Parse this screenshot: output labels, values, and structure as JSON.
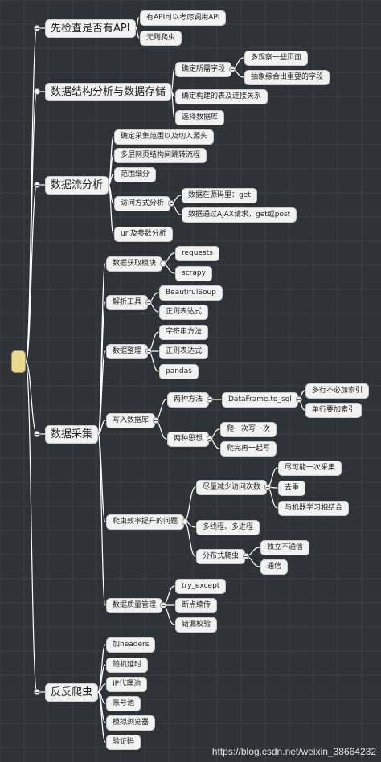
{
  "mindmap": {
    "root": "",
    "branches": [
      {
        "label": "先检查是否有API",
        "children": [
          {
            "label": "有API可以考虑调用API"
          },
          {
            "label": "无则爬虫"
          }
        ]
      },
      {
        "label": "数据结构分析与数据存储",
        "children": [
          {
            "label": "确定所需字段",
            "children": [
              {
                "label": "多观察一些页面"
              },
              {
                "label": "抽象综合出重要的字段"
              }
            ]
          },
          {
            "label": "确定构建的表及连接关系"
          },
          {
            "label": "选择数据库"
          }
        ]
      },
      {
        "label": "数据流分析",
        "children": [
          {
            "label": "确定采集范围以及切入源头"
          },
          {
            "label": "多层网页结构间跳转流程"
          },
          {
            "label": "范围细分"
          },
          {
            "label": "访问方式分析",
            "children": [
              {
                "label": "数据在源码里：get"
              },
              {
                "label": "数据通过AJAX请求，get或post"
              }
            ]
          },
          {
            "label": "url及参数分析"
          }
        ]
      },
      {
        "label": "数据采集",
        "children": [
          {
            "label": "数据获取模块",
            "children": [
              {
                "label": "requests"
              },
              {
                "label": "scrapy"
              }
            ]
          },
          {
            "label": "解析工具",
            "children": [
              {
                "label": "BeautifulSoup"
              },
              {
                "label": "正则表达式"
              }
            ]
          },
          {
            "label": "数据整理",
            "children": [
              {
                "label": "字符串方法"
              },
              {
                "label": "正则表达式"
              },
              {
                "label": "pandas"
              }
            ]
          },
          {
            "label": "写入数据库",
            "children": [
              {
                "label": "两种方法",
                "children": [
                  {
                    "label": "DataFrame.to_sql",
                    "children": [
                      {
                        "label": "多行不必加索引"
                      },
                      {
                        "label": "单行要加索引"
                      }
                    ]
                  }
                ]
              },
              {
                "label": "两种思想",
                "children": [
                  {
                    "label": "爬一次写一次"
                  },
                  {
                    "label": "爬完再一起写"
                  }
                ]
              }
            ]
          },
          {
            "label": "爬虫效率提升的问题",
            "children": [
              {
                "label": "尽量减少访问次数",
                "children": [
                  {
                    "label": "尽可能一次采集"
                  },
                  {
                    "label": "去重"
                  },
                  {
                    "label": "与机器学习相结合"
                  }
                ]
              },
              {
                "label": "多线程、多进程"
              },
              {
                "label": "分布式爬虫",
                "children": [
                  {
                    "label": "独立不通信"
                  },
                  {
                    "label": "通信"
                  }
                ]
              }
            ]
          },
          {
            "label": "数据质量管理",
            "children": [
              {
                "label": "try_except"
              },
              {
                "label": "断点续传"
              },
              {
                "label": "错漏校验"
              }
            ]
          }
        ]
      },
      {
        "label": "反反爬虫",
        "children": [
          {
            "label": "加headers"
          },
          {
            "label": "随机延时"
          },
          {
            "label": "IP代理池"
          },
          {
            "label": "账号池"
          },
          {
            "label": "模拟浏览器"
          },
          {
            "label": "验证码"
          }
        ]
      }
    ]
  },
  "watermark": "https://blog.csdn.net/weixin_38664232",
  "colors": {
    "background": "#2f3338",
    "grid": "#3a3f45",
    "node_fill": "#f2f2f2",
    "root_fill": "#ead88e",
    "connector": "#ffffff"
  }
}
